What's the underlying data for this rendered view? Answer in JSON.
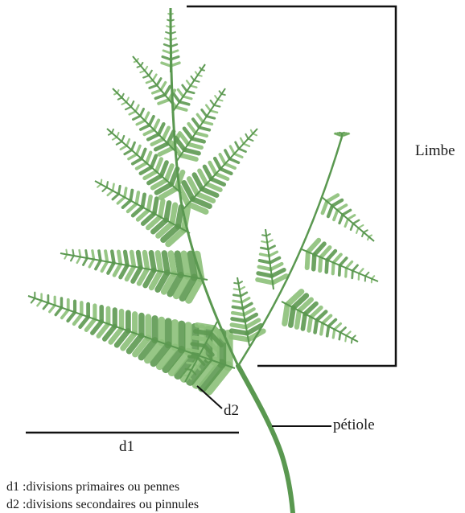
{
  "labels": {
    "limbe": "Limbe",
    "petiole": "pétiole",
    "d1": "d1",
    "d2": "d2"
  },
  "legend": [
    "d1 :divisions primaires ou pennes",
    "d2 :divisions secondaires ou pinnules"
  ],
  "colors": {
    "frond": "#8cc07a",
    "frond_dark": "#5e9a52",
    "stem": "#5a9850",
    "annotation": "#111111"
  }
}
